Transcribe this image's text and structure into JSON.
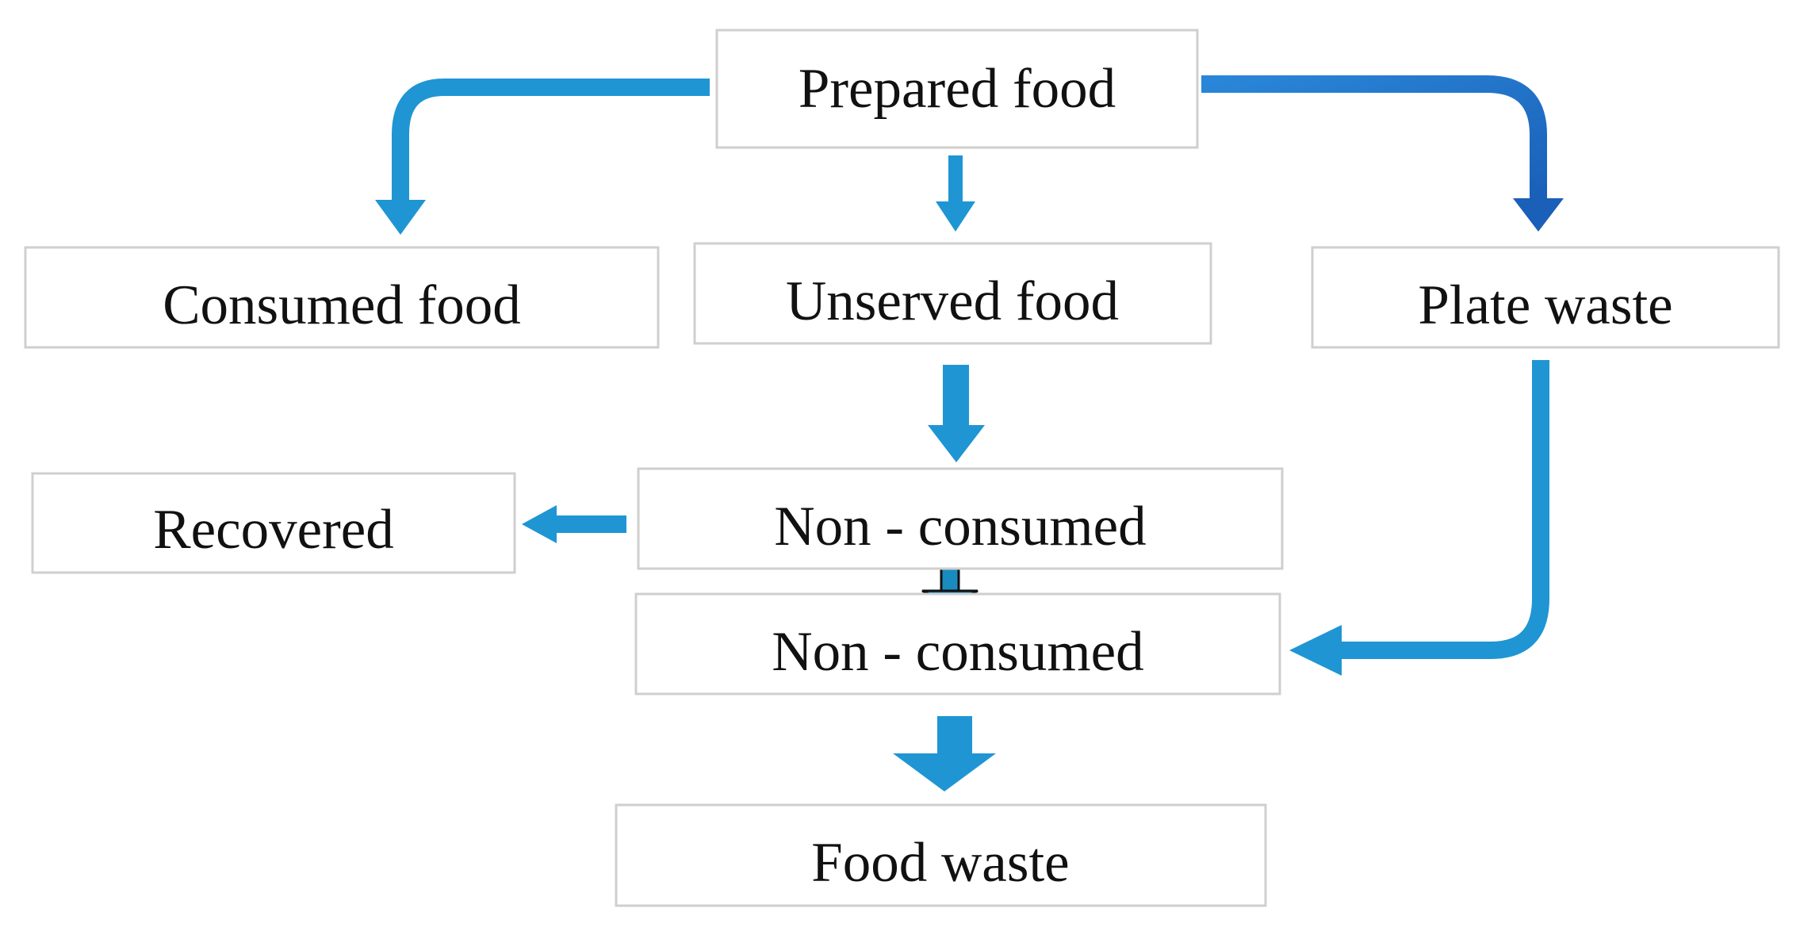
{
  "nodes": {
    "prepared": "Prepared food",
    "consumed": "Consumed food",
    "unserved": "Unserved food",
    "plate": "Plate waste",
    "recovered": "Recovered",
    "nonconsumed1": "Non - consumed",
    "nonconsumed2": "Non - consumed",
    "foodwaste": "Food waste"
  },
  "colors": {
    "arrow_light": "#1f95d4",
    "arrow_dark": "#1e6fc4",
    "box_border": "#cfcfcf",
    "small_arrow_fill": "#1a8bbf",
    "small_arrow_outline": "#111111"
  }
}
